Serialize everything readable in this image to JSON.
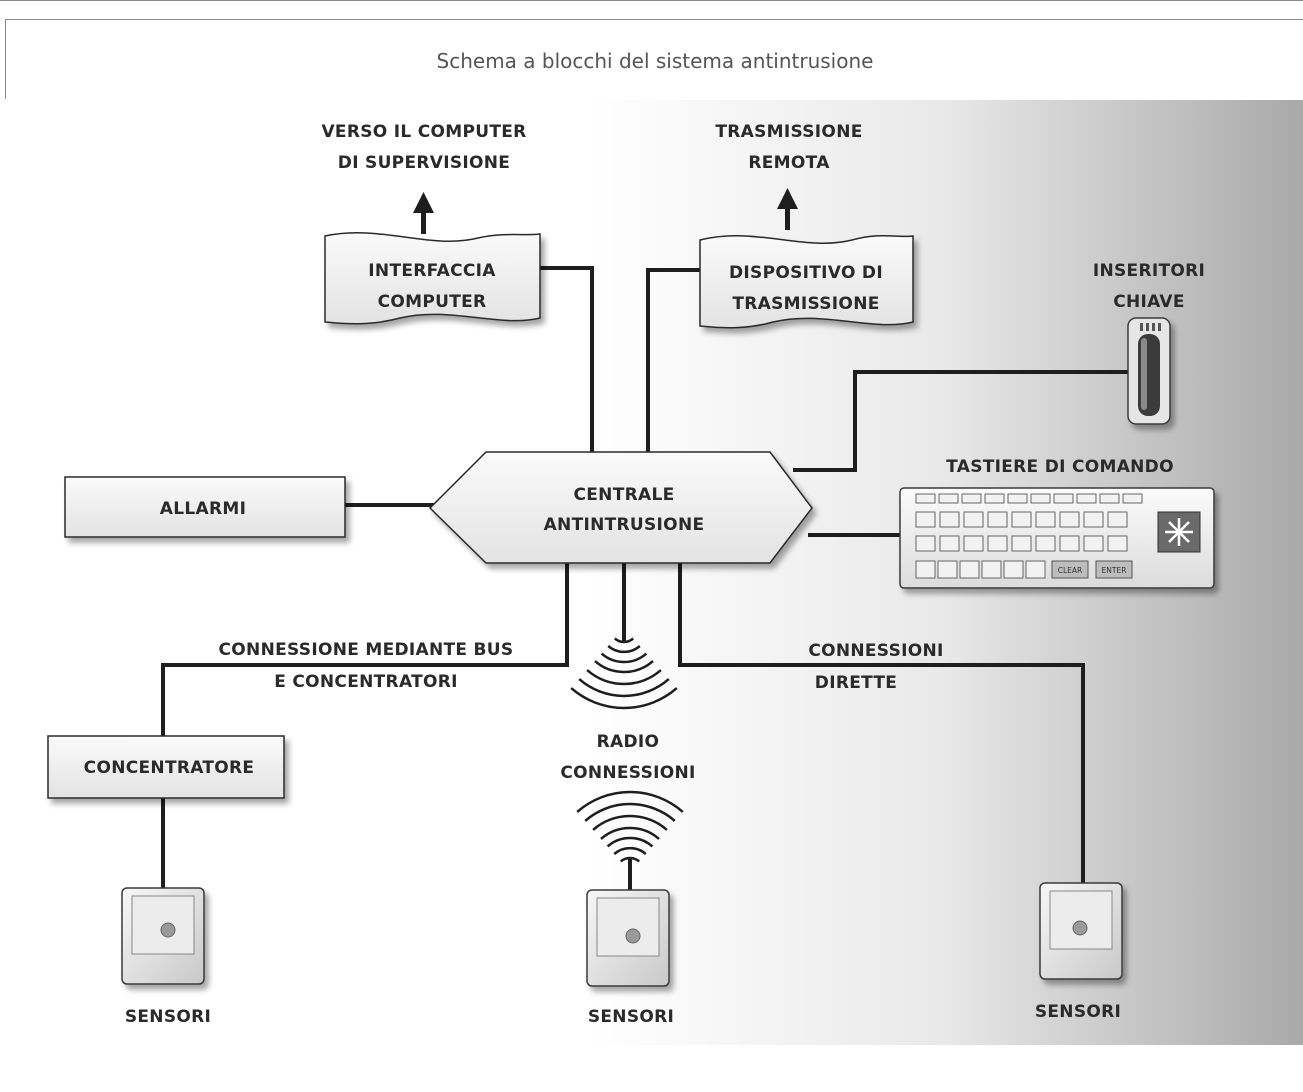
{
  "caption": "Schema a blocchi del sistema antintrusione",
  "nodes": {
    "central": [
      "CENTRALE",
      "ANTINTRUSIONE"
    ],
    "computer_interface": [
      "INTERFACCIA",
      "COMPUTER"
    ],
    "transmission_device": [
      "DISPOSITIVO DI",
      "TRASMISSIONE"
    ],
    "alarms": "ALLARMI",
    "concentrator": "CONCENTRATORE",
    "key_inserters": [
      "INSERITORI",
      "CHIAVE"
    ],
    "keyboards": "TASTIERE DI COMANDO"
  },
  "labels": {
    "to_supervision_computer": [
      "VERSO IL COMPUTER",
      "DI SUPERVISIONE"
    ],
    "remote_transmission": [
      "TRASMISSIONE",
      "REMOTA"
    ],
    "bus_connection": [
      "CONNESSIONE MEDIANTE BUS",
      "E CONCENTRATORI"
    ],
    "direct_connections": [
      "CONNESSIONI",
      "DIRETTE"
    ],
    "radio_connections": [
      "RADIO",
      "CONNESSIONI"
    ],
    "sensors_left": "SENSORI",
    "sensors_center": "SENSORI",
    "sensors_right": "SENSORI"
  },
  "keyboard_keys": {
    "clear": "CLEAR",
    "enter": "ENTER"
  },
  "colors": {
    "line": "#1e1e1e",
    "box_fill": "#f4f4f4",
    "background_gradient_end": "#a9a9a9"
  }
}
